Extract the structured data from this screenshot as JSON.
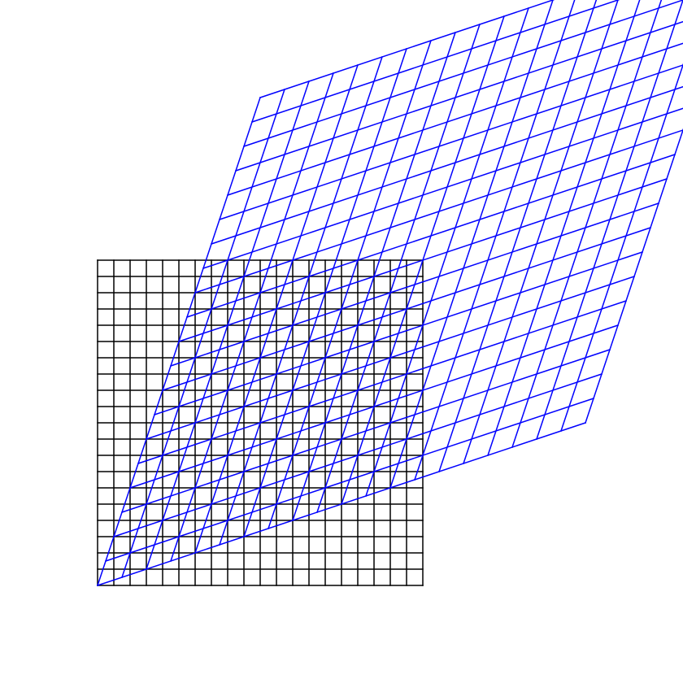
{
  "diagram": {
    "type": "linear-transformation-grid",
    "grid_cells": 20,
    "domain": [
      0,
      1
    ],
    "transform_matrix": [
      [
        1.5,
        0.5
      ],
      [
        0.5,
        1.5
      ]
    ],
    "colors": {
      "original_grid": "#000000",
      "transformed_grid": "#0000ff",
      "background": "#ffffff"
    }
  }
}
